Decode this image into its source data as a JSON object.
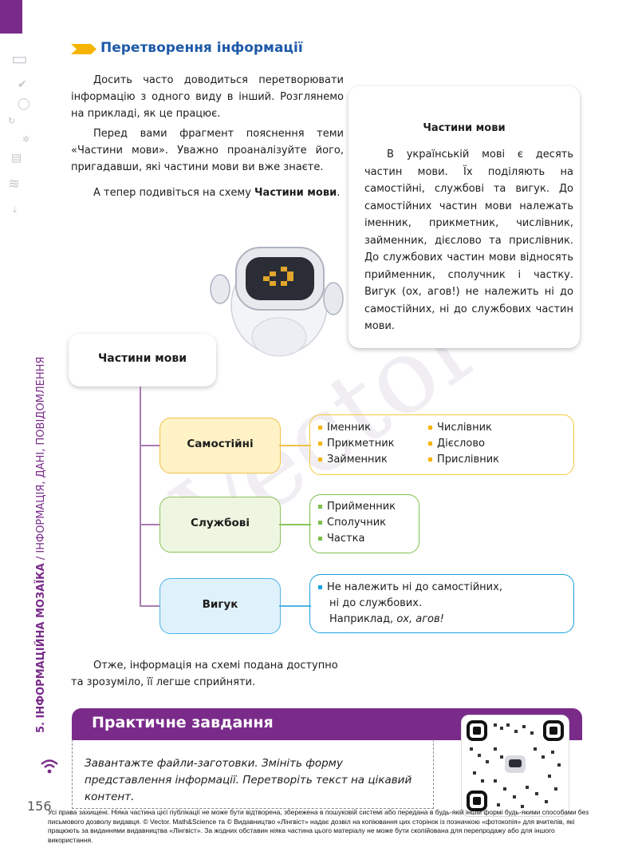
{
  "header": {
    "section_title": "Перетворення інформації"
  },
  "body": {
    "paragraph1": "Досить часто доводиться перетворювати інформацію з одного виду в інший. Розглянемо на прикладі, як це працює.",
    "paragraph2": "Перед вами фрагмент пояснення теми «Частини мови». Уважно проаналізуйте його, пригадавши, які частини мови ви вже знаєте.",
    "paragraph3_prefix": "А тепер подивіться на схему ",
    "paragraph3_bold": "Частини мови",
    "paragraph3_suffix": ".",
    "conclusion": "Отже, інформація на схемі подана доступно та зрозуміло, її легше сприйняти."
  },
  "definition_card": {
    "title": "Частини мови",
    "text": "В українській мові є десять частин мови. Їх поділяють на самостійні, службові та вигук. До самостійних частин мови належать іменник, прикметник, числівник, займенник, дієслово та прислівник. До службових частин мови відносять прийменник, сполучник і частку. Вигук (ох, агов!) не належить ні до самостійних, ні до службових частин мови."
  },
  "diagram": {
    "root": "Частини мови",
    "independent": {
      "label": "Самостійні",
      "items": [
        "Іменник",
        "Прикметник",
        "Займенник",
        "Числівник",
        "Дієслово",
        "Прислівник"
      ]
    },
    "service": {
      "label": "Службові",
      "items": [
        "Прийменник",
        "Сполучник",
        "Частка"
      ]
    },
    "interjection": {
      "label": "Вигук",
      "note_line1": "Не належить ні до самостійних,",
      "note_line2": "ні до службових.",
      "example_prefix": "Наприклад, ",
      "example": "ох, агов!"
    }
  },
  "practical": {
    "title": "Практичне завдання",
    "task": "Завантажте файли-заготовки. Змініть форму представлення інформації. Перетворіть текст на цікавий контент."
  },
  "margin": {
    "vertical_bold": "5. ІНФОРМАЦІЙНА МОЗАЇКА",
    "vertical_rest": " / ІНФОРМАЦІЯ, ДАНІ, ПОВІДОМЛЕННЯ",
    "page_number": "156"
  },
  "footer": {
    "legal": "Усі права захищені. Ніяка частина цієї публікації не може бути відтворена, збережена в пошуковій системі або передана в будь-якій іншій формі будь-якими способами без письмового дозволу видавця. © Vector. Math&Science та © Видавництво «Лінгвіст» надає дозвіл на копіювання цих сторінок із позначкою «фотокопія» для вчителів, які працюють за виданнями видавництва «Лінгвіст». За жодних обставин ніяка частина цього матеріалу не може бути скопійована для перепродажу або для іншого використання."
  },
  "colors": {
    "purple": "#7a2b8a",
    "blue_title": "#1e5aa8",
    "yellow": "#f5b400",
    "green": "#7cc04b",
    "light_blue": "#1aa3de"
  }
}
